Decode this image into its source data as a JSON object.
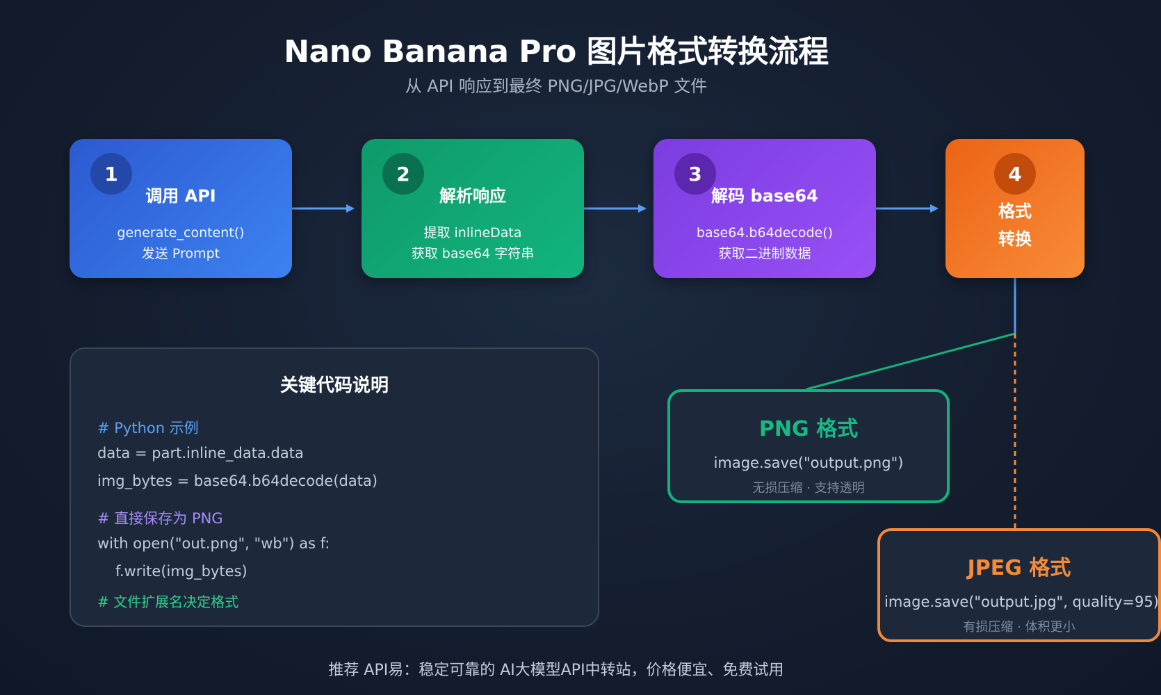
{
  "header": {
    "title": "Nano Banana Pro 图片格式转换流程",
    "subtitle": "从 API 响应到最终 PNG/JPG/WebP 文件"
  },
  "steps": [
    {
      "number": "1",
      "title": "调用 API",
      "lines": [
        "generate_content()",
        "发送 Prompt"
      ],
      "color": "#3c82f0"
    },
    {
      "number": "2",
      "title": "解析响应",
      "lines": [
        "提取 inlineData",
        "获取 base64 字符串"
      ],
      "color": "#12b47e"
    },
    {
      "number": "3",
      "title": "解码 base64",
      "lines": [
        "base64.b64decode()",
        "获取二进制数据"
      ],
      "color": "#9850f5"
    },
    {
      "number": "4",
      "title_lines": [
        "格式",
        "转换"
      ],
      "color": "#f88b36"
    }
  ],
  "code_card": {
    "title": "关键代码说明",
    "lines": [
      {
        "text": "# Python 示例",
        "kind": "comment-blue"
      },
      {
        "text": "data = part.inline_data.data",
        "kind": "code"
      },
      {
        "text": "img_bytes = base64.b64decode(data)",
        "kind": "code"
      },
      {
        "text": "# 直接保存为 PNG",
        "kind": "comment-purple"
      },
      {
        "text": "with open(\"out.png\", \"wb\") as f:",
        "kind": "code"
      },
      {
        "text": "f.write(img_bytes)",
        "kind": "code"
      },
      {
        "text": "# 文件扩展名决定格式",
        "kind": "comment-green"
      }
    ]
  },
  "formats": {
    "png": {
      "title": "PNG 格式",
      "code": "image.save(\"output.png\")",
      "note": "无损压缩 · 支持透明",
      "color": "#14b27b"
    },
    "jpeg": {
      "title": "JPEG 格式",
      "code": "image.save(\"output.jpg\", quality=95)",
      "note": "有损压缩 · 体积更小",
      "color": "#f5893a"
    }
  },
  "footer": "推荐 API易：稳定可靠的 AI大模型API中转站，价格便宜、免费试用"
}
